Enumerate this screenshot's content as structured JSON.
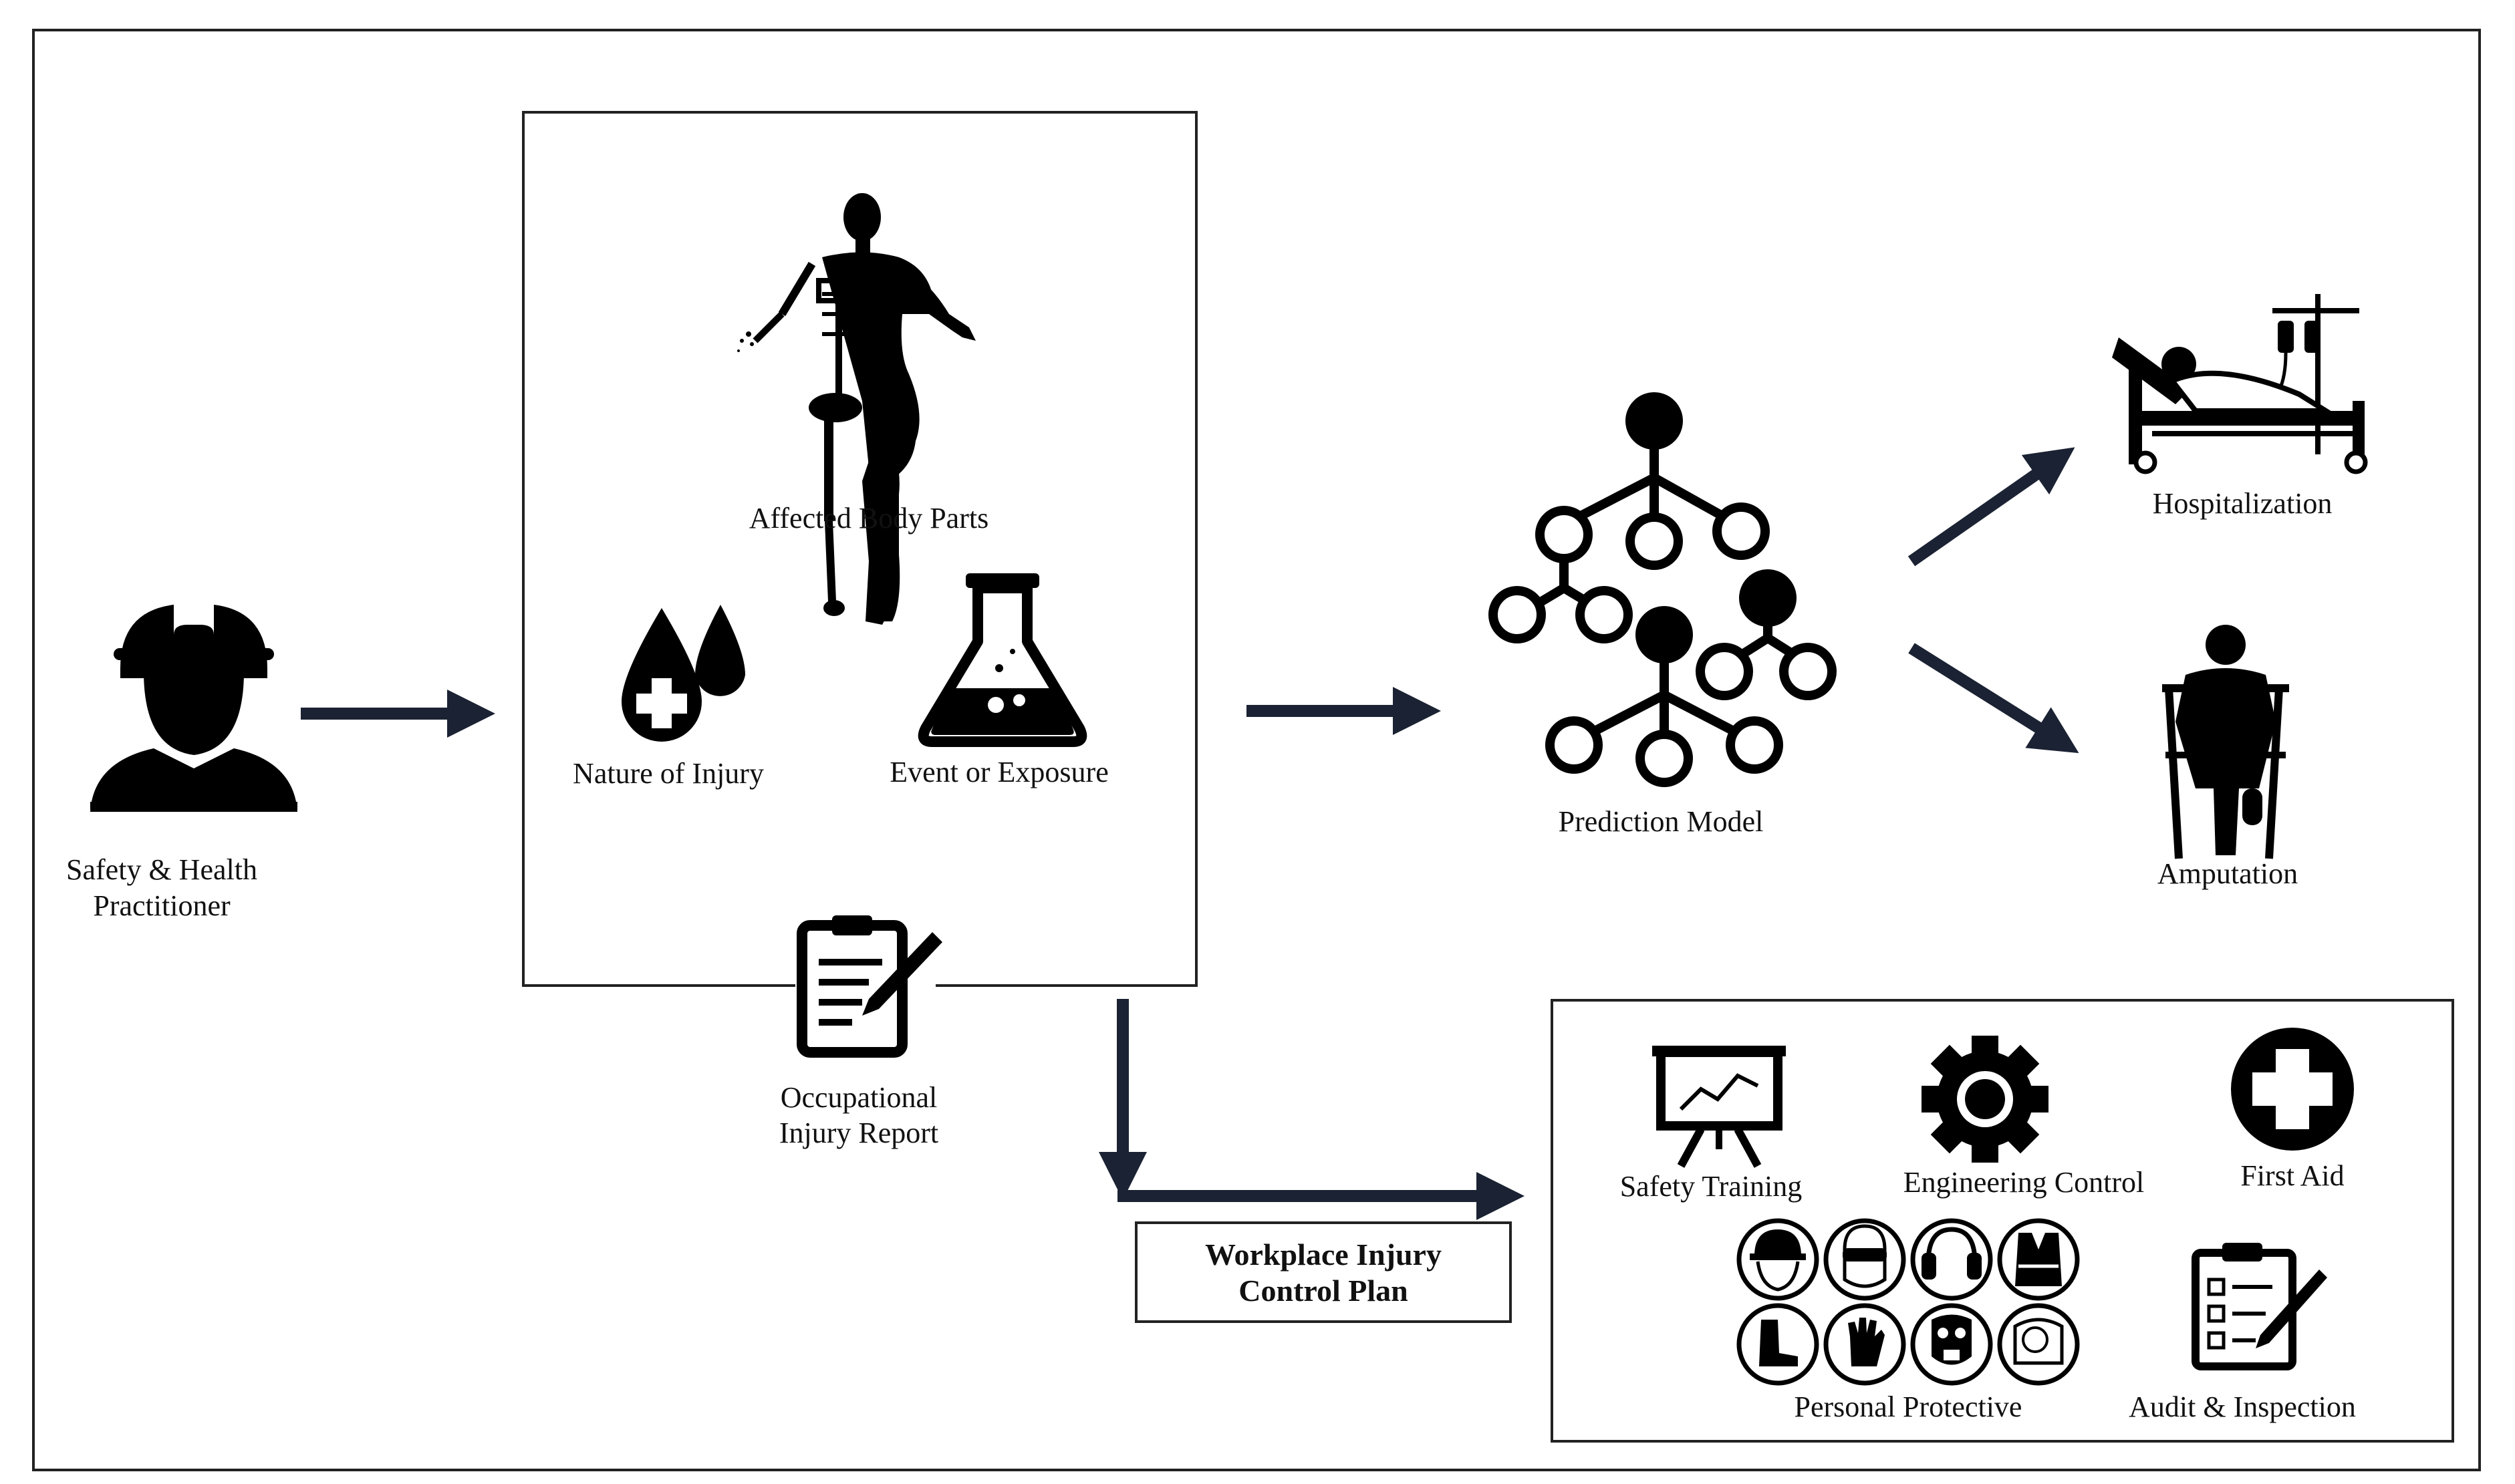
{
  "labels": {
    "practitioner_line1": "Safety & Health",
    "practitioner_line2": "Practitioner",
    "affected_body_parts": "Affected Body Parts",
    "nature_of_injury": "Nature of Injury",
    "event_or_exposure": "Event or Exposure",
    "report_line1": "Occupational",
    "report_line2": "Injury Report",
    "prediction_model": "Prediction Model",
    "hospitalization": "Hospitalization",
    "amputation": "Amputation",
    "plan_line1": "Workplace Injury",
    "plan_line2": "Control Plan",
    "safety_training": "Safety Training",
    "engineering_control": "Engineering Control",
    "first_aid": "First Aid",
    "personal_protective": "Personal Protective",
    "audit_inspection": "Audit & Inspection"
  },
  "colors": {
    "arrow": "#1a2233",
    "icon": "#000000",
    "border": "#222222"
  }
}
